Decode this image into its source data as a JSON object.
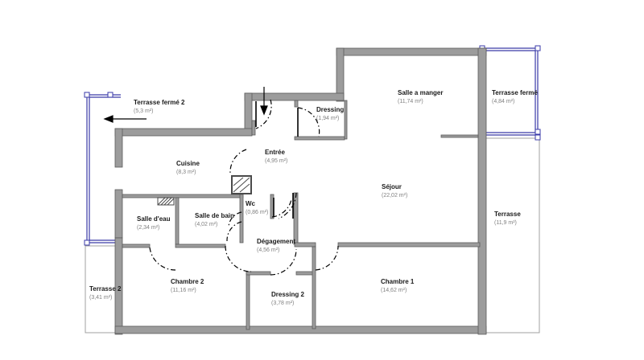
{
  "rooms": [
    {
      "id": "terrasse-ferme-2",
      "name": "Terrasse fermé 2",
      "area": "(5,3 m²)"
    },
    {
      "id": "salle-a-manger",
      "name": "Salle a manger",
      "area": "(11,74 m²)"
    },
    {
      "id": "terrasse-ferme",
      "name": "Terrasse fermé",
      "area": "(4,84 m²)"
    },
    {
      "id": "dressing",
      "name": "Dressing",
      "area": "(1,94 m²)"
    },
    {
      "id": "entree",
      "name": "Entrée",
      "area": "(4,95 m²)"
    },
    {
      "id": "cuisine",
      "name": "Cuisine",
      "area": "(8,3 m²)"
    },
    {
      "id": "sejour",
      "name": "Séjour",
      "area": "(22,02 m²)"
    },
    {
      "id": "wc",
      "name": "Wc",
      "area": "(0,86 m²)"
    },
    {
      "id": "salle-d-eau",
      "name": "Salle d'eau",
      "area": "(2,34 m²)"
    },
    {
      "id": "salle-de-bain",
      "name": "Salle de bain",
      "area": "(4,02 m²)"
    },
    {
      "id": "terrasse",
      "name": "Terrasse",
      "area": "(11,9 m²)"
    },
    {
      "id": "degagement",
      "name": "Dégagement",
      "area": "(4,56 m²)"
    },
    {
      "id": "chambre-2",
      "name": "Chambre 2",
      "area": "(11,16 m²)"
    },
    {
      "id": "chambre-1",
      "name": "Chambre 1",
      "area": "(14,62 m²)"
    },
    {
      "id": "dressing-2",
      "name": "Dressing 2",
      "area": "(3,78 m²)"
    },
    {
      "id": "terrasse-2",
      "name": "Terrasse 2",
      "area": "(3,41 m²)"
    }
  ],
  "colors": {
    "wall": "#9c9c9c",
    "wall_edge": "#5a5a5a",
    "door_arc": "#000000",
    "glazing": "#3a3aa8",
    "terrace_line": "#a0a0a0"
  }
}
